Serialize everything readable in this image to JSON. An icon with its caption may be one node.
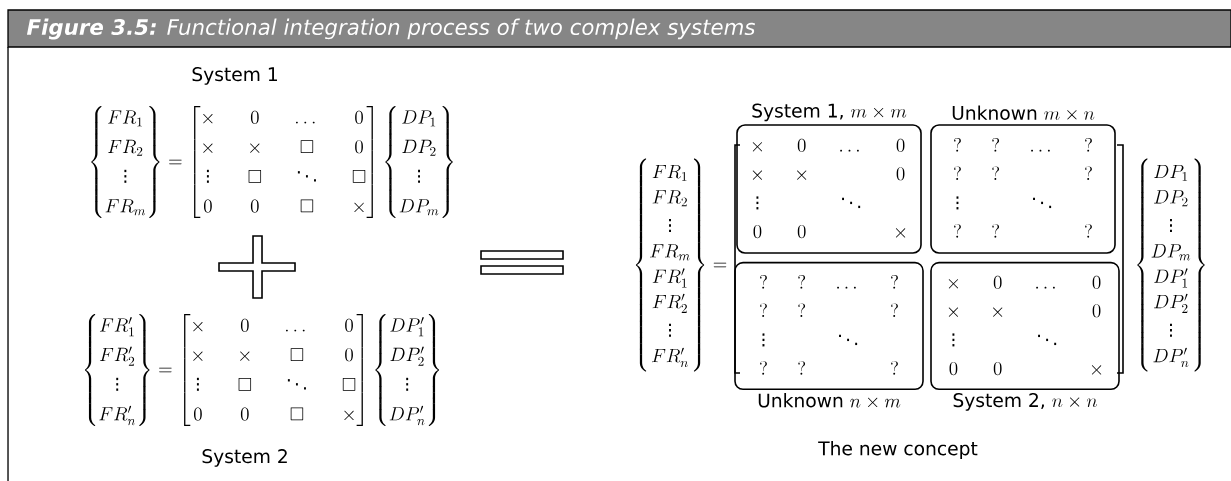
{
  "diagram": {
    "title": "**Figure 3.5:** Functional integration process of two complex systems",
    "nodes": [
      {
        "text": [
          "\\text{System 1, } m \\times m",
          "\\begin{matrix}\\times & 0 & \\dots & 0\\\\ \\times & \\times & & 0\\\\ \\vdots & & \\ddots & \\\\ 0 & 0 & & \\times\\end{matrix}"
        ]
      },
      {
        "text": [
          "\\text{Unknown } m \\times n",
          "\\begin{matrix}? & ? & \\dots & ?\\\\ ? & ? & & ?\\\\ \\vdots & & \\ddots & \\\\ ? & ? & & ?\\end{matrix}"
        ]
      },
      {
        "text": [
          "\\begin{matrix}? & ? & \\dots & ?\\\\ ? & ? & & ?\\\\ \\vdots & & \\ddots & \\\\ ? & ? & & ?\\end{matrix}",
          "\\text{Unknown } n \\times m"
        ]
      },
      {
        "text": [
          "\\begin{matrix}\\times & 0 & \\dots & 0\\\\ \\times & \\times & & 0\\\\ \\vdots & & \\ddots & \\\\ 0 & 0 & & \\times\\end{matrix}",
          "\\text{System 2, } n \\times n"
        ]
      }
    ],
    "labels": [
      "System 1",
      "\\begin{Bmatrix}FR_1\\\\ FR_2\\\\ \\vdots\\\\ FR_m\\end{Bmatrix}=\\begin{bmatrix}\\times & 0 & \\dots & 0\\\\ \\times & \\times & \\square & 0\\\\ \\vdots & \\square & \\ddots & \\square\\\\ 0 & 0 & \\square & \\times\\end{bmatrix}\\begin{Bmatrix}DP_1\\\\ DP_2\\\\ \\vdots\\\\ DP_m\\end{Bmatrix}",
      "\\begin{Bmatrix}FR'_1\\\\ FR'_2\\\\ \\vdots\\\\ FR'_n\\end{Bmatrix}=\\begin{bmatrix}\\times & 0 & \\dots & 0\\\\ \\times & \\times & \\square & 0\\\\ \\vdots & \\square & \\ddots & \\square\\\\ 0 & 0 & \\square & \\times\\end{bmatrix}\\begin{Bmatrix}DP'_1\\\\ DP'_2\\\\ \\vdots\\\\ DP'_n\\end{Bmatrix}",
      "System 2",
      "\\begin{Bmatrix}FR_1\\\\ FR_2\\\\ \\vdots\\\\ FR_m\\\\ FR'_1\\\\ FR'_2\\\\ \\vdots\\\\ FR'_n\\end{Bmatrix} =",
      "\\begin{Bmatrix}DP_1\\\\ DP_2\\\\ \\vdots\\\\ DP_m\\\\ DP'_1\\\\ DP'_2\\\\ \\vdots\\\\ DP'_n\\end{Bmatrix}",
      "The new concept"
    ]
  }
}
